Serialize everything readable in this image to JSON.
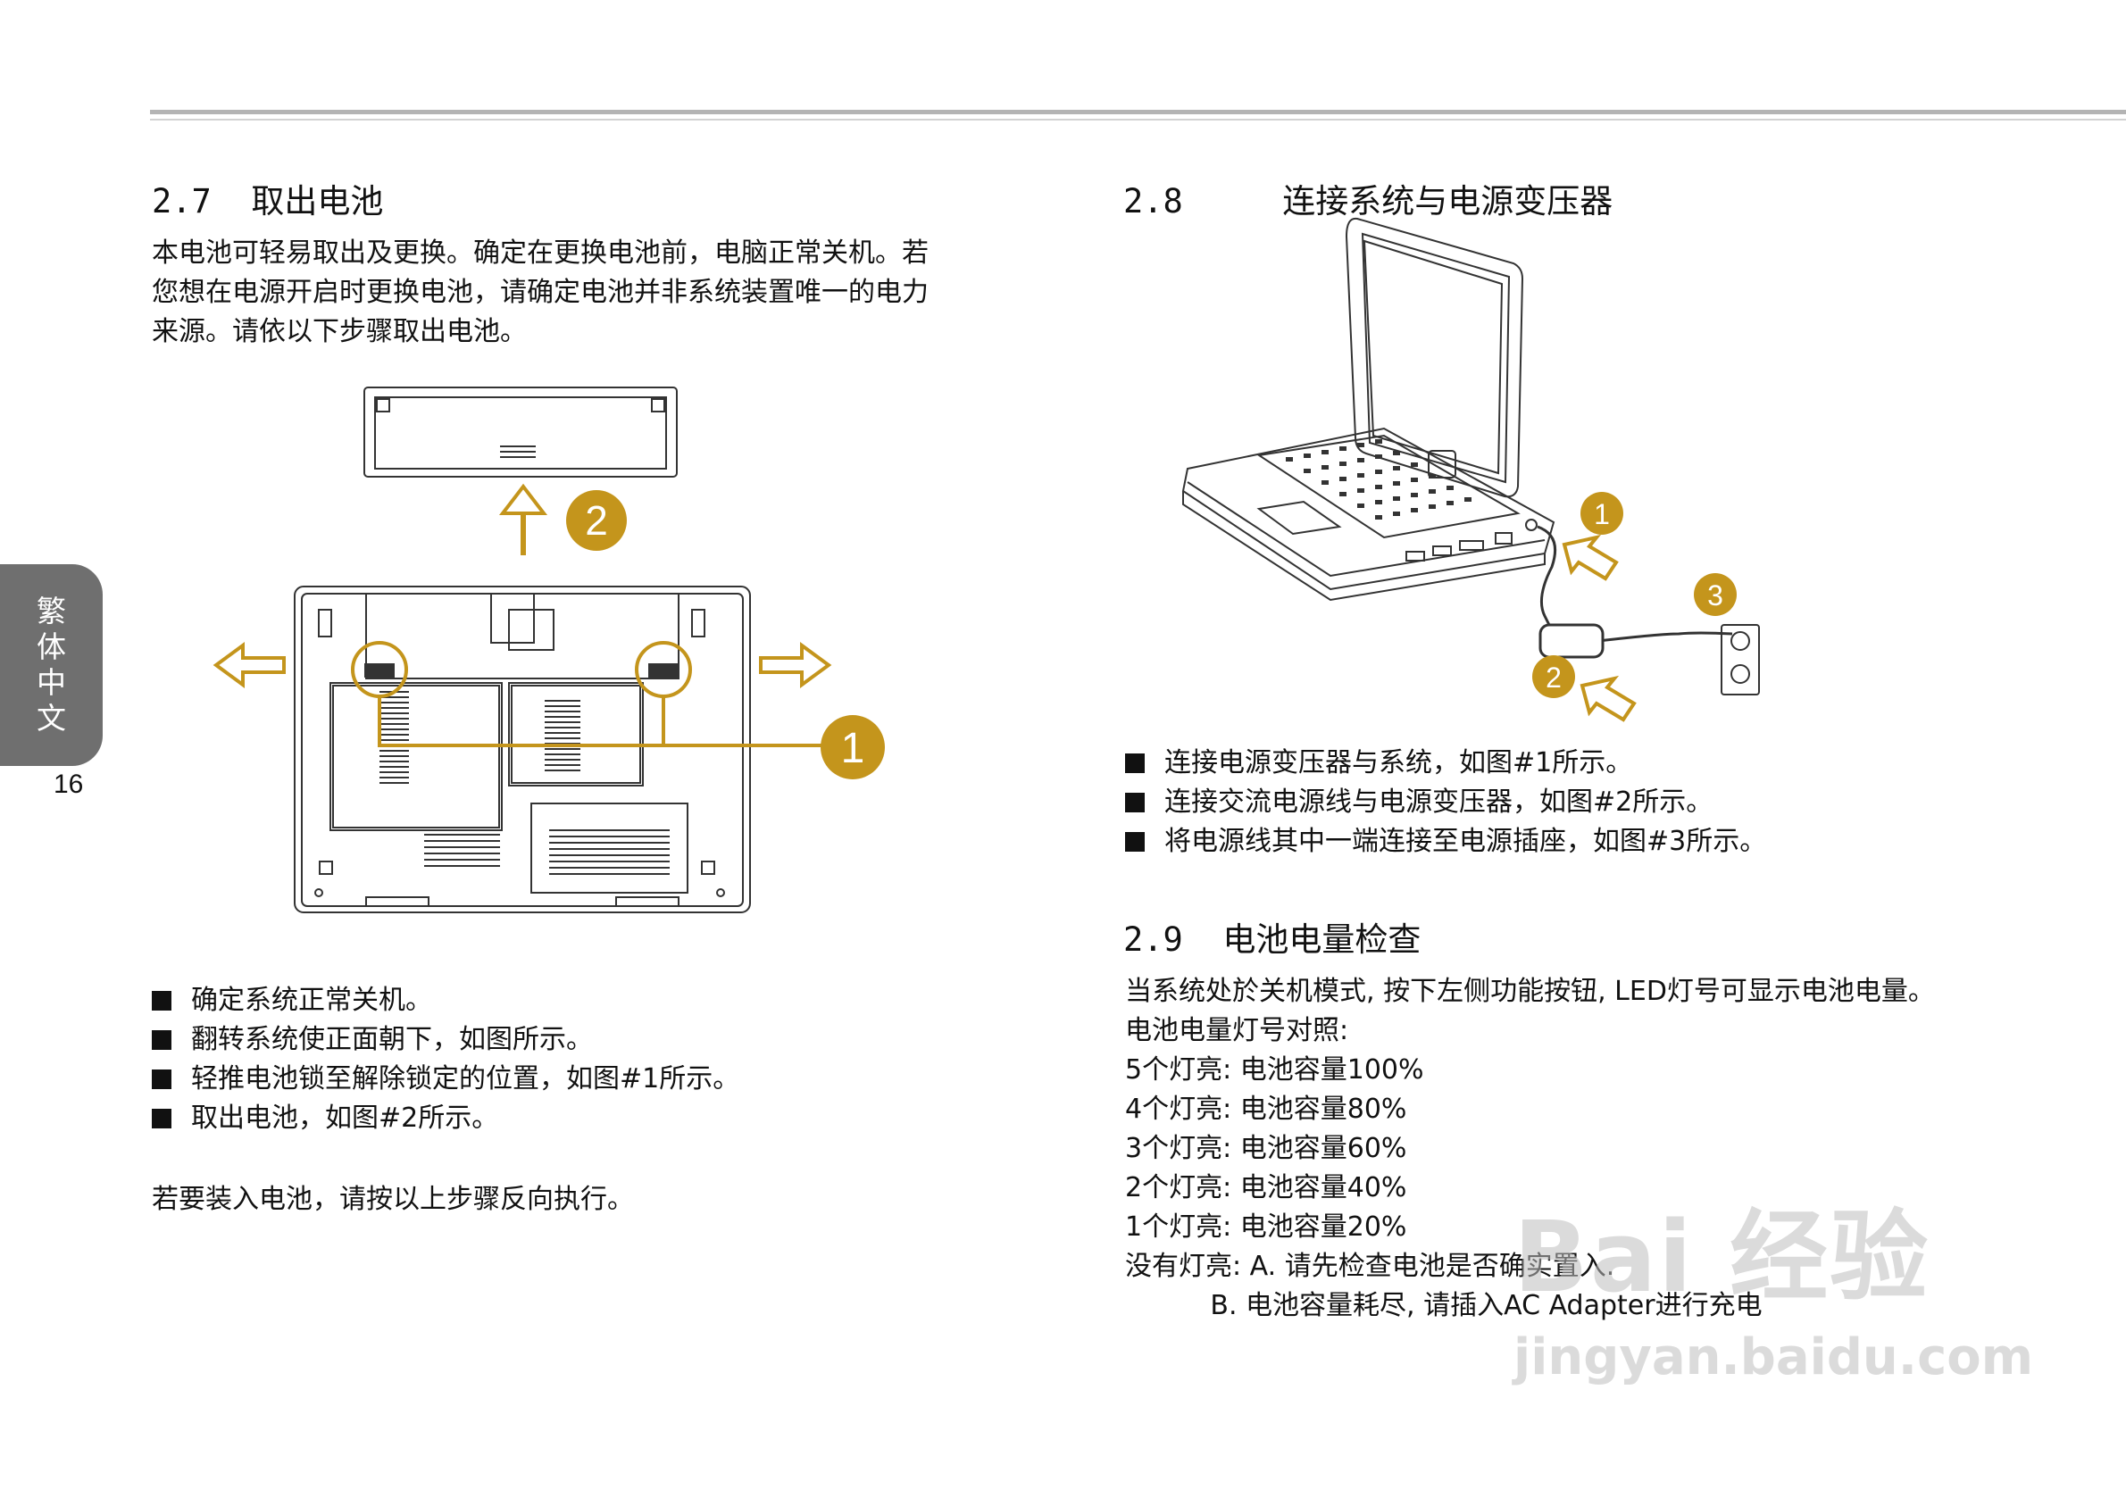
{
  "side_tab": {
    "chars": [
      "繁",
      "体",
      "中",
      "文"
    ]
  },
  "page_number": "16",
  "s27": {
    "title": "2.7  取出电池",
    "intro": [
      "本电池可轻易取出及更换。确定在更换电池前，电脑正常关机。若",
      "您想在电源开启时更换电池，请确定电池并非系统装置唯一的电力",
      "来源。请依以下步骤取出电池。"
    ],
    "callouts": [
      "2",
      "1"
    ],
    "steps": [
      "确定系统正常关机。",
      "翻转系统使正面朝下，如图所示。",
      "轻推电池锁至解除锁定的位置，如图#1所示。",
      "取出电池，如图#2所示。"
    ],
    "footer": "若要装入电池，请按以上步骤反向执行。"
  },
  "s28": {
    "title": "2.8     连接系统与电源变压器",
    "callouts": [
      "1",
      "3",
      "2"
    ],
    "steps": [
      "连接电源变压器与系统，如图#1所示。",
      "连接交流电源线与电源变压器，如图#2所示。",
      "将电源线其中一端连接至电源插座，如图#3所示。"
    ]
  },
  "s29": {
    "title": "2.9  电池电量检查",
    "lines": [
      "当系统处於关机模式, 按下左侧功能按钮, LED灯号可显示电池电量。",
      "电池电量灯号对照:",
      "5个灯亮: 电池容量100%",
      "4个灯亮: 电池容量80%",
      "3个灯亮: 电池容量60%",
      "2个灯亮: 电池容量40%",
      "1个灯亮: 电池容量20%",
      "没有灯亮: A. 请先检查电池是否确实置入.",
      "          B. 电池容量耗尽, 请插入AC Adapter进行充电"
    ]
  },
  "watermark": {
    "brand": "Bai  经验",
    "url": "jingyan.baidu.com"
  },
  "colors": {
    "callout": "#c4951c",
    "rule": "#b4b4b4",
    "tab": "#6f6f6f"
  }
}
